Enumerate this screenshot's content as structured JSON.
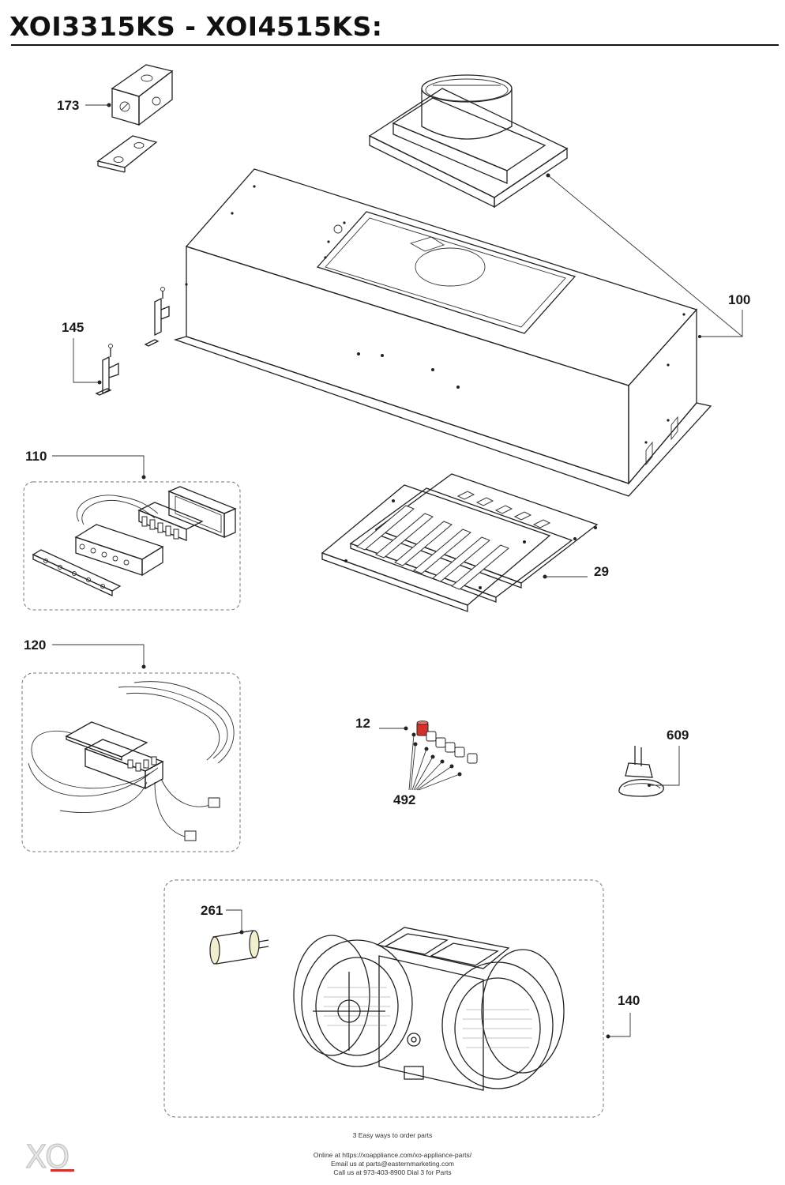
{
  "title": "XOI3315KS - XOI4515KS:",
  "parts": {
    "p173": "173",
    "p145": "145",
    "p100": "100",
    "p110": "110",
    "p29": "29",
    "p120": "120",
    "p12": "12",
    "p492": "492",
    "p609": "609",
    "p261": "261",
    "p140": "140"
  },
  "footer": {
    "heading": "3 Easy ways to order parts",
    "online": "Online at https://xoappliance.com/xo-appliance-parts/",
    "email": "Email us at parts@easternmarketing.com",
    "phone": "Call us at 973-403-8900 Dial 3 for Parts"
  },
  "logo": {
    "text": "XO",
    "accent_color": "#d0312d"
  },
  "colors": {
    "line": "#222222",
    "dash": "#777777",
    "highlight": "#d0312d",
    "capacitor": "#f2efcf"
  }
}
